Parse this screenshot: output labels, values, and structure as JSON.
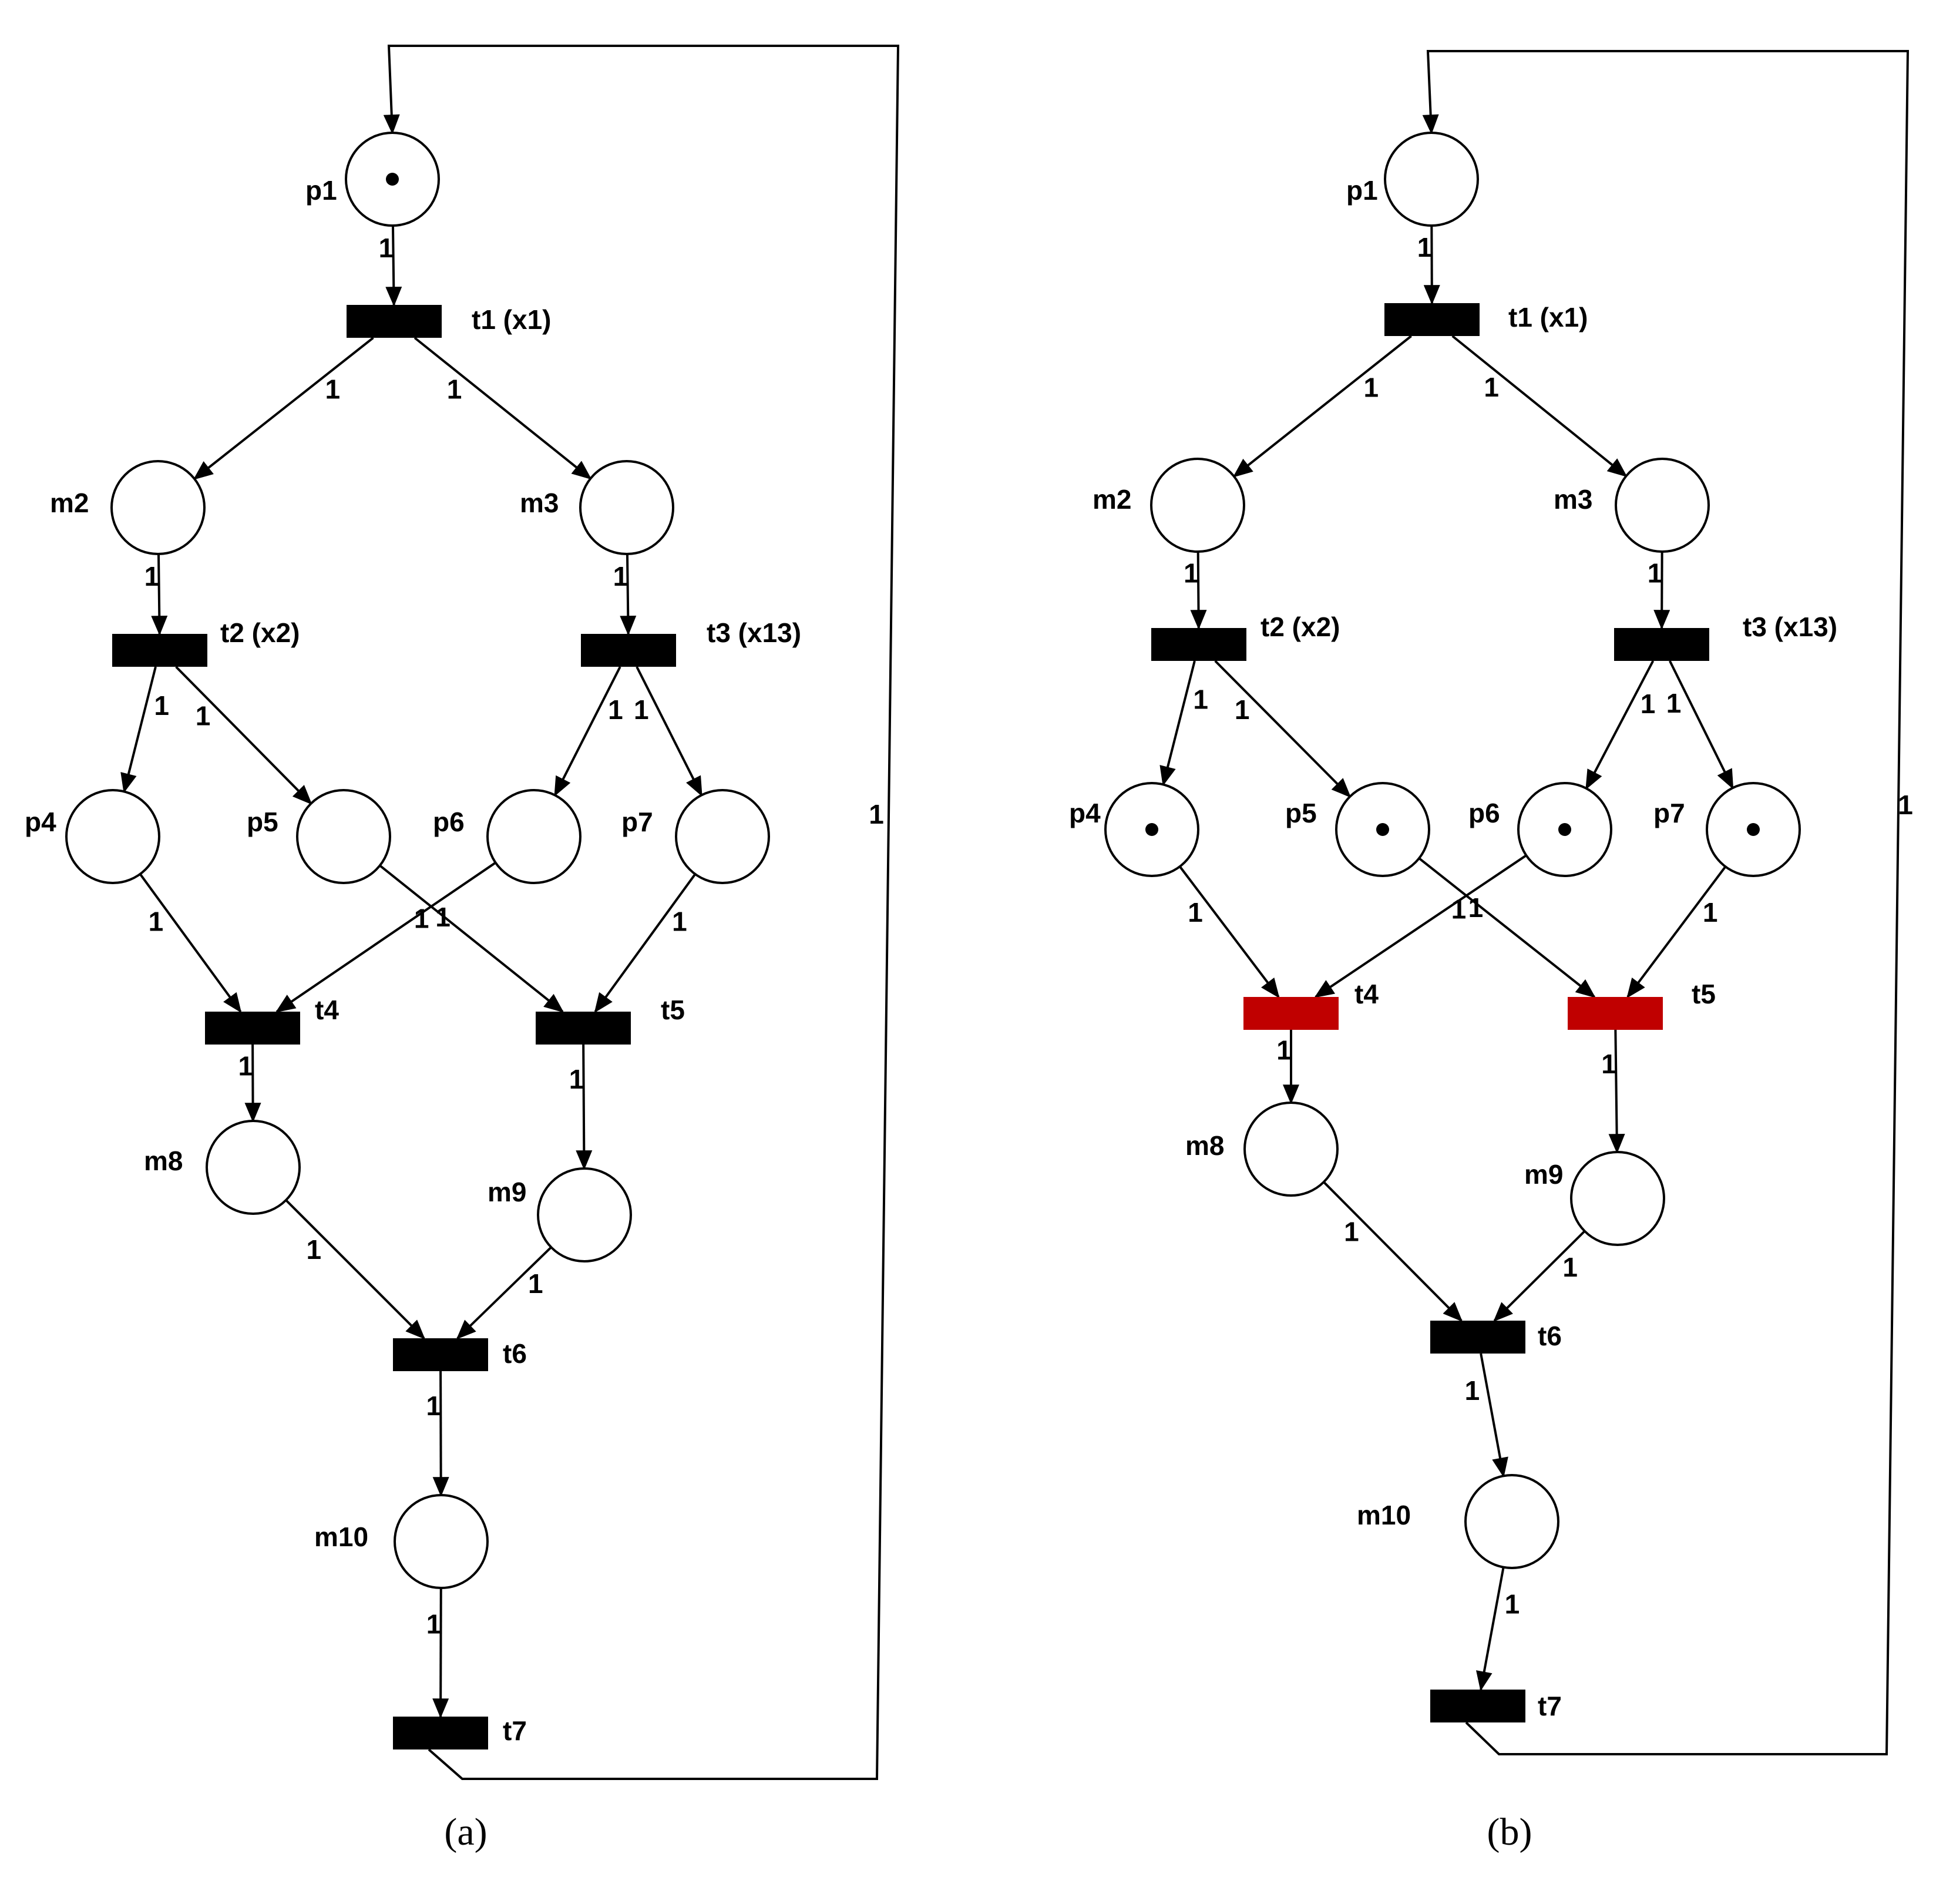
{
  "colors": {
    "transition": "#000000",
    "enabled_transition": "#c00000",
    "line": "#000000"
  },
  "panels": [
    {
      "caption": "(a)",
      "marked_places": [
        "p1"
      ],
      "enabled_transitions": [],
      "places": [
        {
          "id": "p1",
          "label": "p1"
        },
        {
          "id": "m2",
          "label": "m2"
        },
        {
          "id": "m3",
          "label": "m3"
        },
        {
          "id": "p4",
          "label": "p4"
        },
        {
          "id": "p5",
          "label": "p5"
        },
        {
          "id": "p6",
          "label": "p6"
        },
        {
          "id": "p7",
          "label": "p7"
        },
        {
          "id": "m8",
          "label": "m8"
        },
        {
          "id": "m9",
          "label": "m9"
        },
        {
          "id": "m10",
          "label": "m10"
        }
      ],
      "transitions": [
        {
          "id": "t1",
          "label": "t1 (x1)"
        },
        {
          "id": "t2",
          "label": "t2 (x2)"
        },
        {
          "id": "t3",
          "label": "t3 (x13)"
        },
        {
          "id": "t4",
          "label": "t4"
        },
        {
          "id": "t5",
          "label": "t5"
        },
        {
          "id": "t6",
          "label": "t6"
        },
        {
          "id": "t7",
          "label": "t7"
        }
      ],
      "arcs": [
        {
          "from": "p1",
          "to": "t1",
          "weight": "1"
        },
        {
          "from": "t1",
          "to": "m2",
          "weight": "1"
        },
        {
          "from": "t1",
          "to": "m3",
          "weight": "1"
        },
        {
          "from": "m2",
          "to": "t2",
          "weight": "1"
        },
        {
          "from": "m3",
          "to": "t3",
          "weight": "1"
        },
        {
          "from": "t2",
          "to": "p4",
          "weight": "1"
        },
        {
          "from": "t2",
          "to": "p5",
          "weight": "1"
        },
        {
          "from": "t3",
          "to": "p6",
          "weight": "1"
        },
        {
          "from": "t3",
          "to": "p7",
          "weight": "1"
        },
        {
          "from": "p4",
          "to": "t4",
          "weight": "1"
        },
        {
          "from": "p6",
          "to": "t4",
          "weight": "1"
        },
        {
          "from": "p5",
          "to": "t5",
          "weight": "1"
        },
        {
          "from": "p7",
          "to": "t5",
          "weight": "1"
        },
        {
          "from": "t4",
          "to": "m8",
          "weight": "1"
        },
        {
          "from": "t5",
          "to": "m9",
          "weight": "1"
        },
        {
          "from": "m8",
          "to": "t6",
          "weight": "1"
        },
        {
          "from": "m9",
          "to": "t6",
          "weight": "1"
        },
        {
          "from": "t6",
          "to": "m10",
          "weight": "1"
        },
        {
          "from": "m10",
          "to": "t7",
          "weight": "1"
        },
        {
          "from": "t7",
          "to": "p1",
          "weight": "1"
        }
      ]
    },
    {
      "caption": "(b)",
      "marked_places": [
        "p4",
        "p5",
        "p6",
        "p7"
      ],
      "enabled_transitions": [
        "t4",
        "t5"
      ],
      "places": [
        {
          "id": "p1",
          "label": "p1"
        },
        {
          "id": "m2",
          "label": "m2"
        },
        {
          "id": "m3",
          "label": "m3"
        },
        {
          "id": "p4",
          "label": "p4"
        },
        {
          "id": "p5",
          "label": "p5"
        },
        {
          "id": "p6",
          "label": "p6"
        },
        {
          "id": "p7",
          "label": "p7"
        },
        {
          "id": "m8",
          "label": "m8"
        },
        {
          "id": "m9",
          "label": "m9"
        },
        {
          "id": "m10",
          "label": "m10"
        }
      ],
      "transitions": [
        {
          "id": "t1",
          "label": "t1 (x1)"
        },
        {
          "id": "t2",
          "label": "t2 (x2)"
        },
        {
          "id": "t3",
          "label": "t3 (x13)"
        },
        {
          "id": "t4",
          "label": "t4"
        },
        {
          "id": "t5",
          "label": "t5"
        },
        {
          "id": "t6",
          "label": "t6"
        },
        {
          "id": "t7",
          "label": "t7"
        }
      ],
      "arcs": [
        {
          "from": "p1",
          "to": "t1",
          "weight": "1"
        },
        {
          "from": "t1",
          "to": "m2",
          "weight": "1"
        },
        {
          "from": "t1",
          "to": "m3",
          "weight": "1"
        },
        {
          "from": "m2",
          "to": "t2",
          "weight": "1"
        },
        {
          "from": "m3",
          "to": "t3",
          "weight": "1"
        },
        {
          "from": "t2",
          "to": "p4",
          "weight": "1"
        },
        {
          "from": "t2",
          "to": "p5",
          "weight": "1"
        },
        {
          "from": "t3",
          "to": "p6",
          "weight": "1"
        },
        {
          "from": "t3",
          "to": "p7",
          "weight": "1"
        },
        {
          "from": "p4",
          "to": "t4",
          "weight": "1"
        },
        {
          "from": "p6",
          "to": "t4",
          "weight": "1"
        },
        {
          "from": "p5",
          "to": "t5",
          "weight": "1"
        },
        {
          "from": "p7",
          "to": "t5",
          "weight": "1"
        },
        {
          "from": "t4",
          "to": "m8",
          "weight": "1"
        },
        {
          "from": "t5",
          "to": "m9",
          "weight": "1"
        },
        {
          "from": "m8",
          "to": "t6",
          "weight": "1"
        },
        {
          "from": "m9",
          "to": "t6",
          "weight": "1"
        },
        {
          "from": "t6",
          "to": "m10",
          "weight": "1"
        },
        {
          "from": "m10",
          "to": "t7",
          "weight": "1"
        },
        {
          "from": "t7",
          "to": "p1",
          "weight": "1"
        }
      ]
    }
  ]
}
